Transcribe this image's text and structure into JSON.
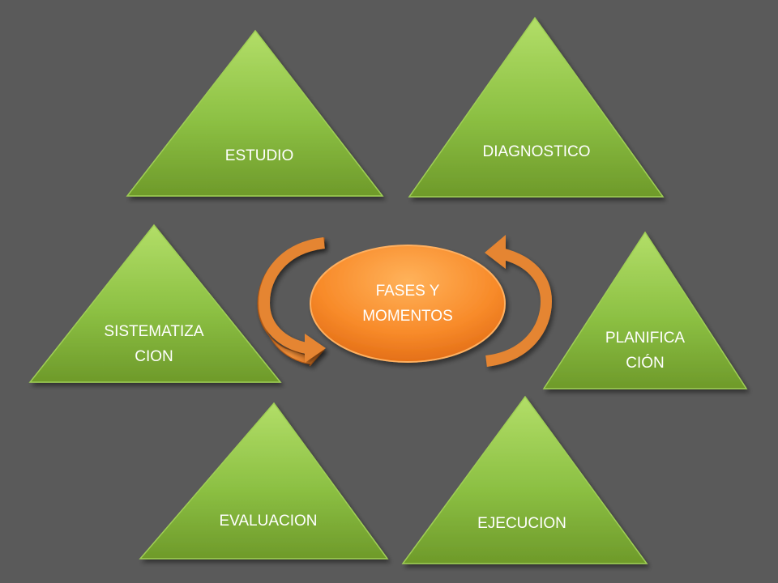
{
  "center": {
    "line1": "FASES Y",
    "line2": "MOMENTOS"
  },
  "phases": {
    "estudio": "ESTUDIO",
    "diagnostico": "DIAGNOSTICO",
    "sistematizacion": {
      "line1": "SISTEMATIZA",
      "line2": "CION"
    },
    "planificacion": {
      "line1": "PLANIFICA",
      "line2": "CIÓN"
    },
    "evaluacion": "EVALUACION",
    "ejecucion": "EJECUCION"
  },
  "colors": {
    "background": "#5a5a5a",
    "triangle_light": "#a6d65a",
    "triangle_dark": "#6e9a2a",
    "center_light": "#ffa640",
    "center_dark": "#e8731a",
    "arrow": "#e07d2a"
  }
}
